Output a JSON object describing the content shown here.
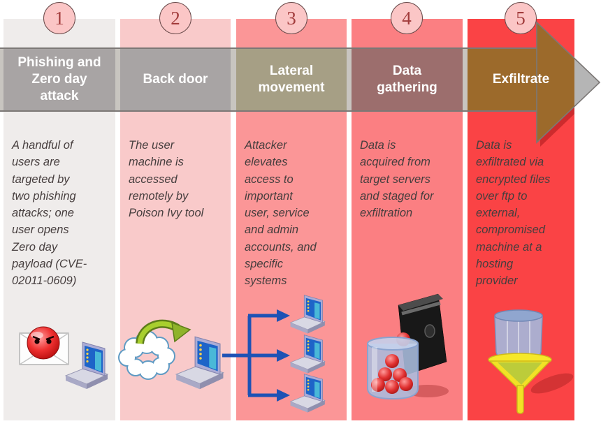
{
  "stages": [
    {
      "number": "1",
      "title": "Phishing and\nZero day\nattack",
      "body": "A handful of\nusers are\ntargeted by\ntwo phishing\nattacks; one\nuser opens\nZero day\npayload (CVE-\n02011-0609)",
      "column_color": "#efeceb",
      "band_color": "#a8a4a4",
      "icons": [
        "malicious-email-icon",
        "laptop-icon"
      ]
    },
    {
      "number": "2",
      "title": "Back door",
      "body": "The user\nmachine is\naccessed\nremotely  by\nPoison Ivy tool",
      "column_color": "#f9caca",
      "band_color": "#a8a4a4",
      "icons": [
        "cloud-icon",
        "remote-access-arrow-icon",
        "laptop-icon"
      ]
    },
    {
      "number": "3",
      "title": "Lateral\nmovement",
      "body": "Attacker\nelevates\naccess to\nimportant\nuser, service\nand admin\naccounts, and\nspecific\nsystems",
      "column_color": "#fb9697",
      "band_color": "#a69f85",
      "icons": [
        "branch-arrows-icon",
        "laptop-icon",
        "laptop-icon",
        "laptop-icon"
      ]
    },
    {
      "number": "4",
      "title": "Data\ngathering",
      "body": "Data is\nacquired from\ntarget servers\nand staged for\nexfiltration",
      "column_color": "#fb7f82",
      "band_color": "#9c6e6d",
      "icons": [
        "server-tower-icon",
        "data-jar-icon"
      ]
    },
    {
      "number": "5",
      "title": "Exfiltrate",
      "body": "Data is\nexfiltrated via\nencrypted files\nover ftp to\nexternal,\ncompromised\nmachine at a\nhosting\nprovider",
      "column_color": "#fa4345",
      "band_color": "#9c6a2b",
      "icons": [
        "funnel-icon"
      ]
    }
  ],
  "arrow": {
    "base_color": "#c8c5c0",
    "head_color": "#b5b5b5",
    "border_color": "#7c7876",
    "shadow_color": "rgba(120,0,0,0.35)"
  },
  "badge": {
    "fill": "#fbc6c6",
    "border": "#6a4b4b",
    "number_color": "#a23c3c"
  },
  "text": {
    "title_color": "#ffffff",
    "body_color": "#463e3e"
  },
  "connector_color": "#1d52b5"
}
